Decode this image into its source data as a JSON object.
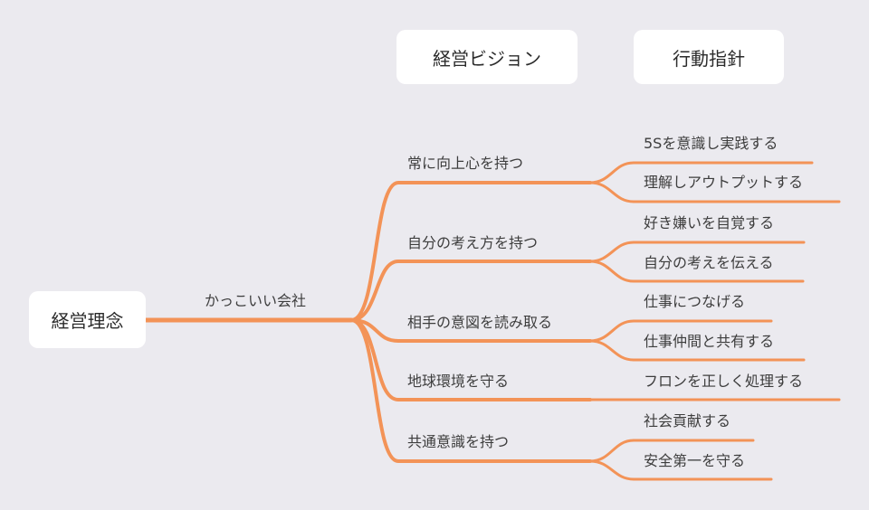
{
  "header": {
    "vision": "経営ビジョン",
    "action": "行動指針"
  },
  "root": {
    "label": "経営理念",
    "trunk": "かっこいい会社"
  },
  "visions": [
    {
      "label": "常に向上心を持つ",
      "actions": [
        "5Sを意識し実践する",
        "理解しアウトプットする"
      ]
    },
    {
      "label": "自分の考え方を持つ",
      "actions": [
        "好き嫌いを自覚する",
        "自分の考えを伝える"
      ]
    },
    {
      "label": "相手の意図を読み取る",
      "actions": [
        "仕事につなげる",
        "仕事仲間と共有する"
      ]
    },
    {
      "label": "地球環境を守る",
      "actions": [
        "フロンを正しく処理する"
      ]
    },
    {
      "label": "共通意識を持つ",
      "actions": [
        "社会貢献する",
        "安全第一を守る"
      ]
    }
  ],
  "colors": {
    "background": "#ebeaef",
    "branch": "#f39357",
    "box": "#ffffff"
  }
}
